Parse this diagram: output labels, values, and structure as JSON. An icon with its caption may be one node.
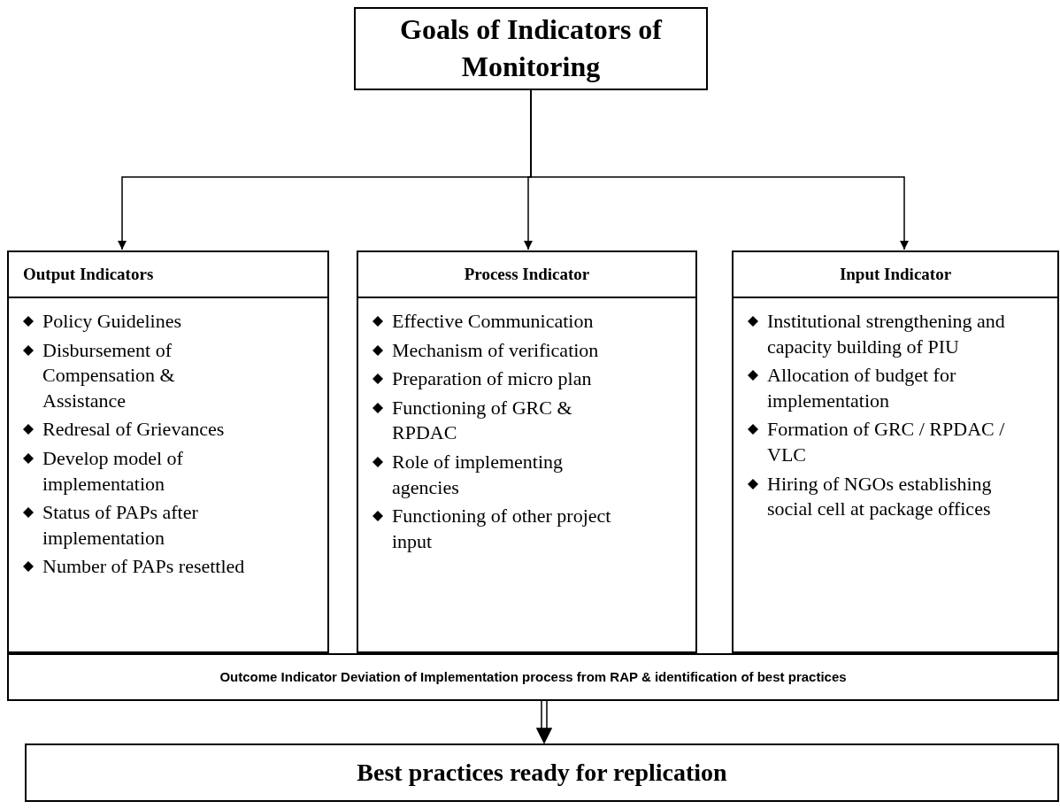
{
  "diagram": {
    "nodes": [
      {
        "text": [
          "Goals of Indicators of Monitoring"
        ]
      },
      {
        "text": [
          "Output Indicators",
          "Policy Guidelines",
          "Disbursement of Compensation & Assistance",
          "Redresal of Grievances",
          "Develop model of implementation",
          "Status of PAPs after implementation",
          "Number of PAPs resettled"
        ]
      },
      {
        "text": [
          "Process Indicator",
          "Effective Communication",
          "Mechanism of verification",
          "Preparation of micro plan",
          "Functioning of GRC & RPDAC",
          "Role of implementing agencies",
          "Functioning of other project input"
        ]
      },
      {
        "text": [
          "Input Indicator",
          "Institutional strengthening and capacity building of PIU",
          "Allocation of budget for implementation",
          "Formation of GRC / RPDAC / VLC",
          "Hiring of NGOs establishing social cell at package offices"
        ]
      },
      {
        "text": [
          "**Outcome Indicator Deviation** of Implementation process from RAP & identification of best practices"
        ]
      },
      {
        "text": [
          "Best practices ready for replication"
        ]
      }
    ],
    "edges": [
      {
        "from": 0,
        "to": 1,
        "arrow": "to"
      },
      {
        "from": 0,
        "to": 2,
        "arrow": "to"
      },
      {
        "from": 0,
        "to": 3,
        "arrow": "to"
      },
      {
        "from": 4,
        "to": 5,
        "arrow": "to"
      }
    ]
  }
}
